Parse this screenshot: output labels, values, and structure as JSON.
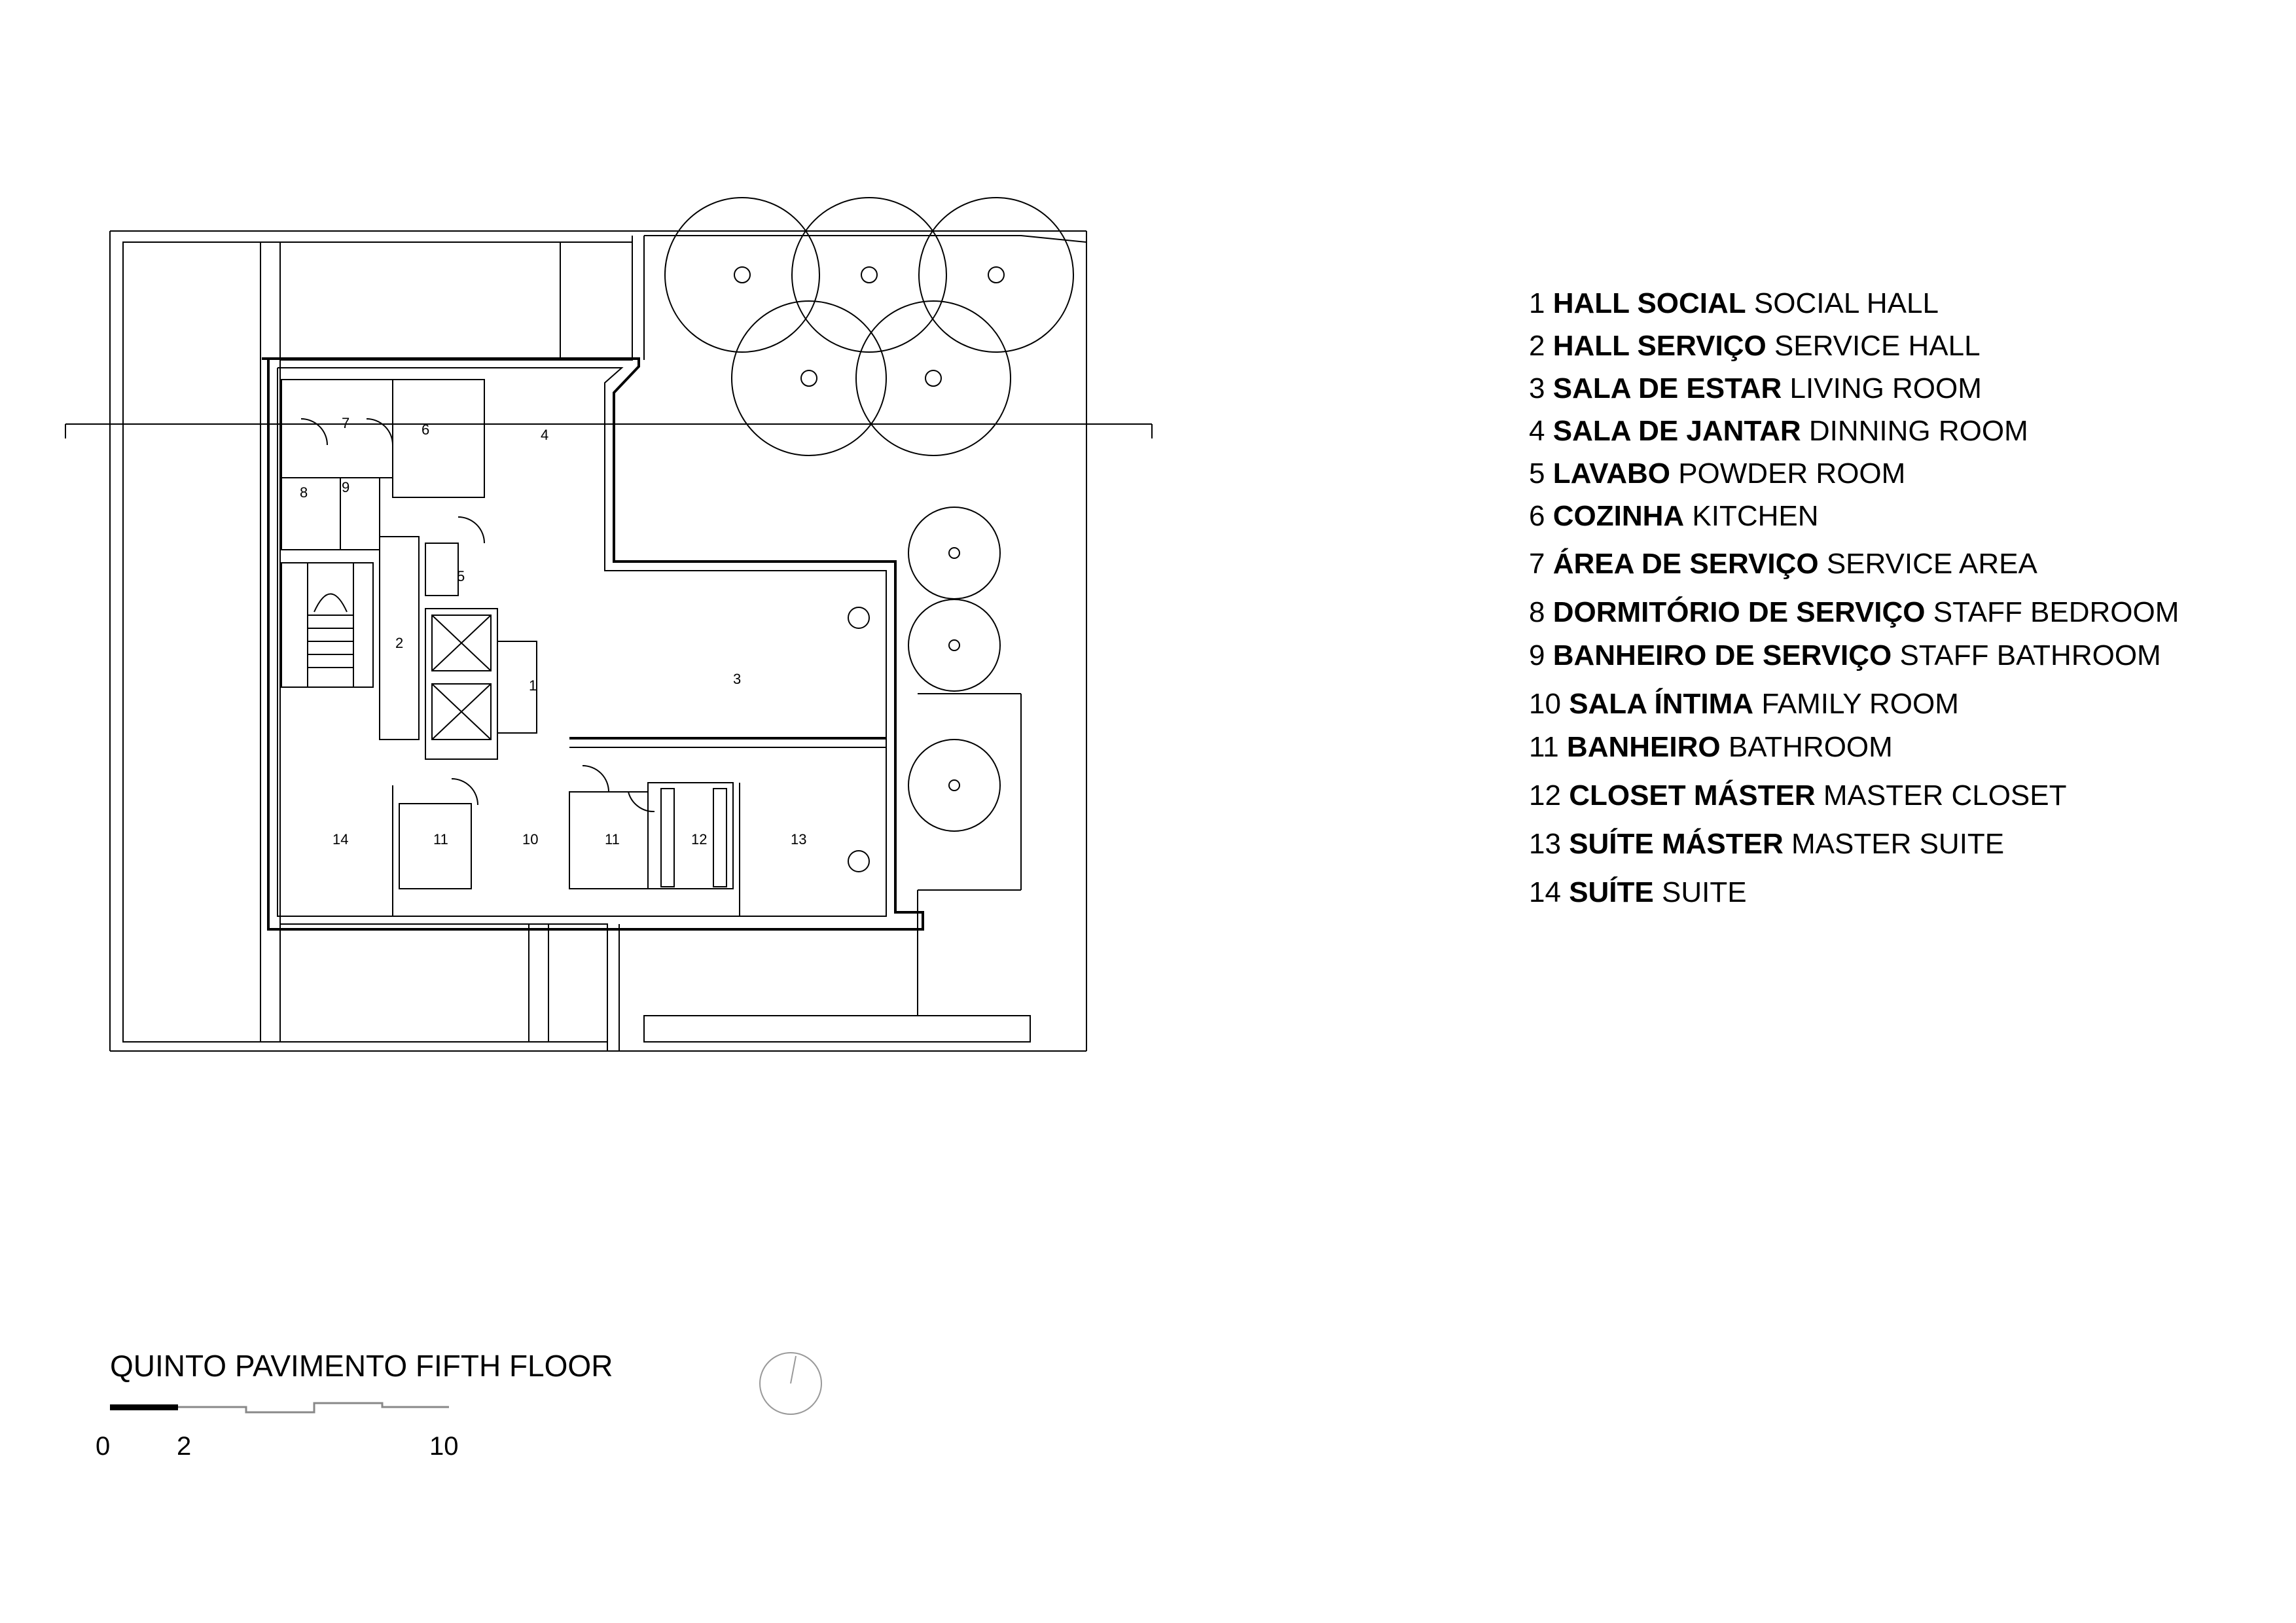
{
  "title": {
    "pt": "QUINTO PAVIMENTO",
    "en": "FIFTH FLOOR"
  },
  "scale": {
    "labels": [
      "0",
      "2",
      "10"
    ]
  },
  "legend": [
    {
      "num": "1",
      "pt": "HALL SOCIAL",
      "en": "SOCIAL HALL"
    },
    {
      "num": "2",
      "pt": "HALL SERVIÇO",
      "en": "SERVICE HALL"
    },
    {
      "num": "3",
      "pt": "SALA DE ESTAR",
      "en": "LIVING ROOM"
    },
    {
      "num": "4",
      "pt": "SALA DE JANTAR",
      "en": "DINNING ROOM"
    },
    {
      "num": "5",
      "pt": "LAVABO",
      "en": "POWDER ROOM"
    },
    {
      "num": "6",
      "pt": "COZINHA",
      "en": "KITCHEN"
    },
    {
      "num": "7",
      "pt": "ÁREA DE SERVIÇO",
      "en": "SERVICE AREA"
    },
    {
      "num": "8",
      "pt": "DORMITÓRIO DE SERVIÇO",
      "en": "STAFF BEDROOM"
    },
    {
      "num": "9",
      "pt": "BANHEIRO DE SERVIÇO",
      "en": "STAFF BATHROOM"
    },
    {
      "num": "10",
      "pt": "SALA ÍNTIMA",
      "en": "FAMILY ROOM"
    },
    {
      "num": "11",
      "pt": "BANHEIRO",
      "en": "BATHROOM"
    },
    {
      "num": "12",
      "pt": "CLOSET MÁSTER",
      "en": "MASTER CLOSET"
    },
    {
      "num": "13",
      "pt": "SUÍTE MÁSTER",
      "en": "MASTER SUITE"
    },
    {
      "num": "14",
      "pt": "SUÍTE",
      "en": "SUITE"
    }
  ],
  "plan": {
    "room_labels": [
      "1",
      "2",
      "3",
      "4",
      "5",
      "6",
      "7",
      "8",
      "9",
      "10",
      "11",
      "11",
      "12",
      "13",
      "14"
    ]
  }
}
